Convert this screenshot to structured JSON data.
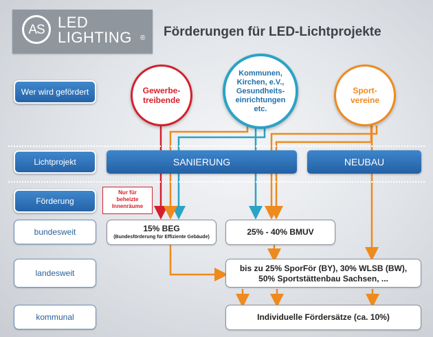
{
  "logo": {
    "mark": "AS",
    "line1": "LED",
    "line2": "LIGHTING",
    "reg": "®"
  },
  "title": "Förderungen für LED-Lichtprojekte",
  "rows": {
    "who": "Wer wird gefördert",
    "project": "Lichtprojekt",
    "funding": "Förderung",
    "federal": "bundesweit",
    "state": "landesweit",
    "municipal": "kommunal"
  },
  "recipients": {
    "business_line1": "Gewerbe-",
    "business_line2": "treibende",
    "public_line1": "Kommunen,",
    "public_line2": "Kirchen, e.V.,",
    "public_line3": "Gesundheits-",
    "public_line4": "einrichtungen",
    "public_line5": "etc.",
    "sports_line1": "Sport-",
    "sports_line2": "vereine"
  },
  "projects": {
    "renovation": "SANIERUNG",
    "new_build": "NEUBAU"
  },
  "note": {
    "line1": "Nur für",
    "line2": "beheizte",
    "line3": "Innenräume"
  },
  "programs": {
    "beg": "15% BEG",
    "beg_sub": "(Bundesförderung für Effiziente Gebäude)",
    "bmuv": "25% - 40% BMUV",
    "state_line1": "bis zu 25% SporFör (BY), 30% WLSB (BW),",
    "state_line2": "50% Sportstättenbau Sachsen, ...",
    "municipal": "Individuelle Fördersätze (ca. 10%)"
  },
  "colors": {
    "accent_blue": "#2a6fb8",
    "business_red": "#d4202b",
    "public_teal": "#2aa3c6",
    "sports_orange": "#ee8a1e",
    "logo_gray": "#8f969e"
  }
}
